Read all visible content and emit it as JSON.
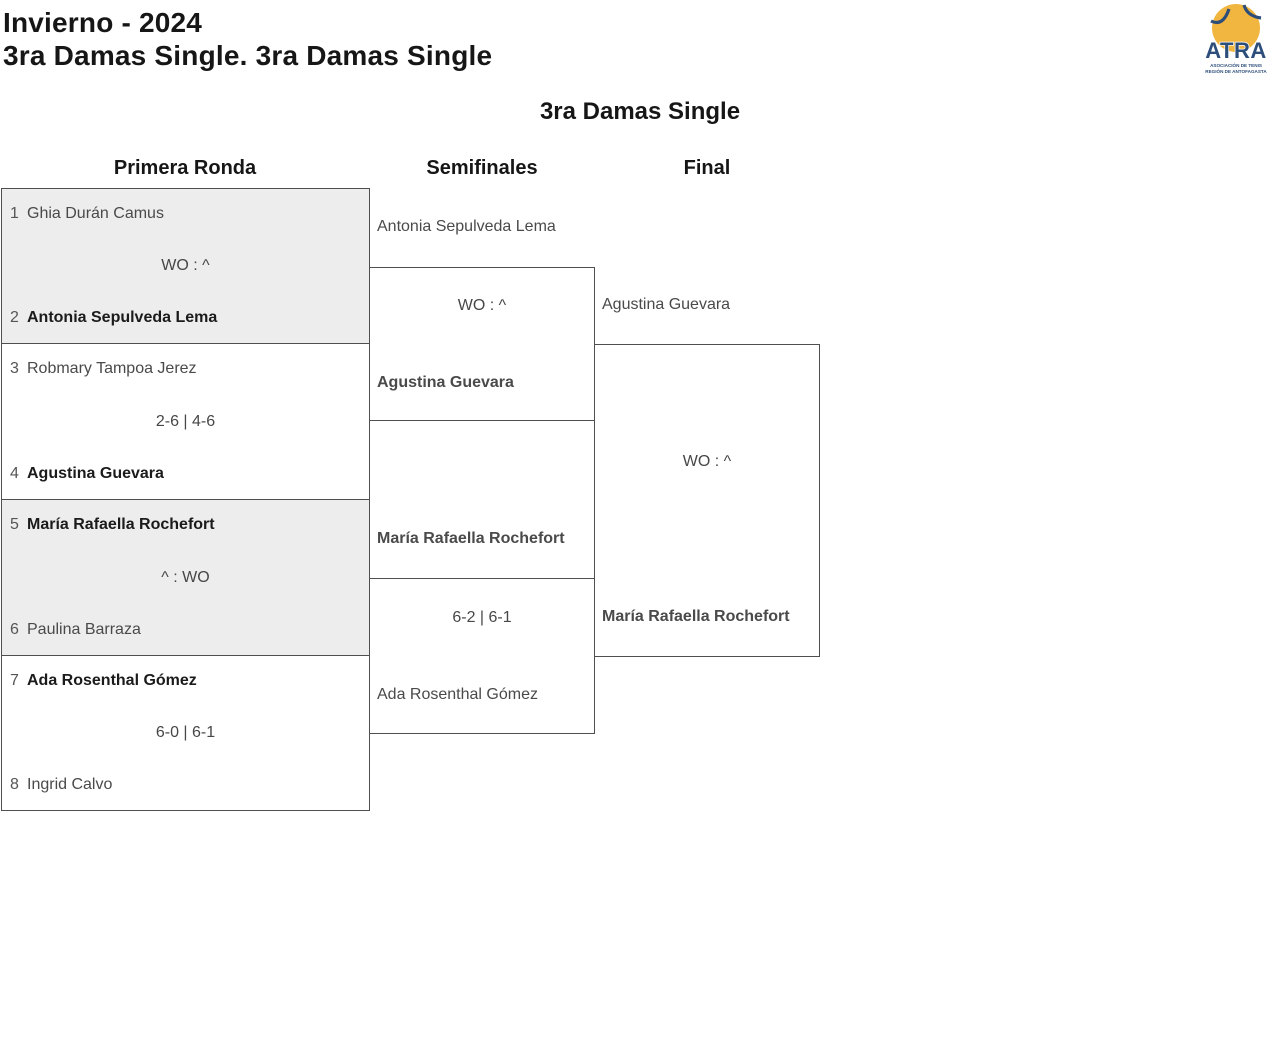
{
  "page": {
    "title_line1": "Invierno - 2024",
    "title_line2": "3ra Damas Single. 3ra Damas Single"
  },
  "logo": {
    "acronym": "ATRA",
    "line1": "ASOCIACIÓN DE TENIS",
    "line2": "REGIÓN DE ANTOFAGASTA",
    "ball_color": "#f1b63f",
    "navy_color": "#2d4d7a"
  },
  "bracket": {
    "title": "3ra Damas Single",
    "round_headers": {
      "round1": "Primera Ronda",
      "semifinals": "Semifinales",
      "final": "Final"
    },
    "colors": {
      "shaded_box_bg": "#ededed",
      "box_border": "#4f4f4f"
    },
    "round1": [
      {
        "top_seed": "1",
        "top_name": "Ghia Durán Camus",
        "top_winner": false,
        "score": "WO : ^",
        "bottom_seed": "2",
        "bottom_name": "Antonia Sepulveda Lema",
        "bottom_winner": true
      },
      {
        "top_seed": "3",
        "top_name": "Robmary Tampoa Jerez",
        "top_winner": false,
        "score": "2-6 | 4-6",
        "bottom_seed": "4",
        "bottom_name": "Agustina Guevara",
        "bottom_winner": true
      },
      {
        "top_seed": "5",
        "top_name": "María Rafaella Rochefort",
        "top_winner": true,
        "score": "^ : WO",
        "bottom_seed": "6",
        "bottom_name": "Paulina Barraza",
        "bottom_winner": false
      },
      {
        "top_seed": "7",
        "top_name": "Ada Rosenthal Gómez",
        "top_winner": true,
        "score": "6-0 | 6-1",
        "bottom_seed": "8",
        "bottom_name": "Ingrid Calvo",
        "bottom_winner": false
      }
    ],
    "semifinals": [
      {
        "top_name": "Antonia Sepulveda Lema",
        "top_winner": false,
        "score": "WO : ^",
        "bottom_name": "Agustina Guevara",
        "bottom_winner": true
      },
      {
        "top_name": "María Rafaella Rochefort",
        "top_winner": true,
        "score": "6-2 | 6-1",
        "bottom_name": "Ada Rosenthal Gómez",
        "bottom_winner": false
      }
    ],
    "final": {
      "top_name": "Agustina Guevara",
      "top_winner": false,
      "score": "WO : ^",
      "bottom_name": "María Rafaella Rochefort",
      "bottom_winner": true
    }
  }
}
